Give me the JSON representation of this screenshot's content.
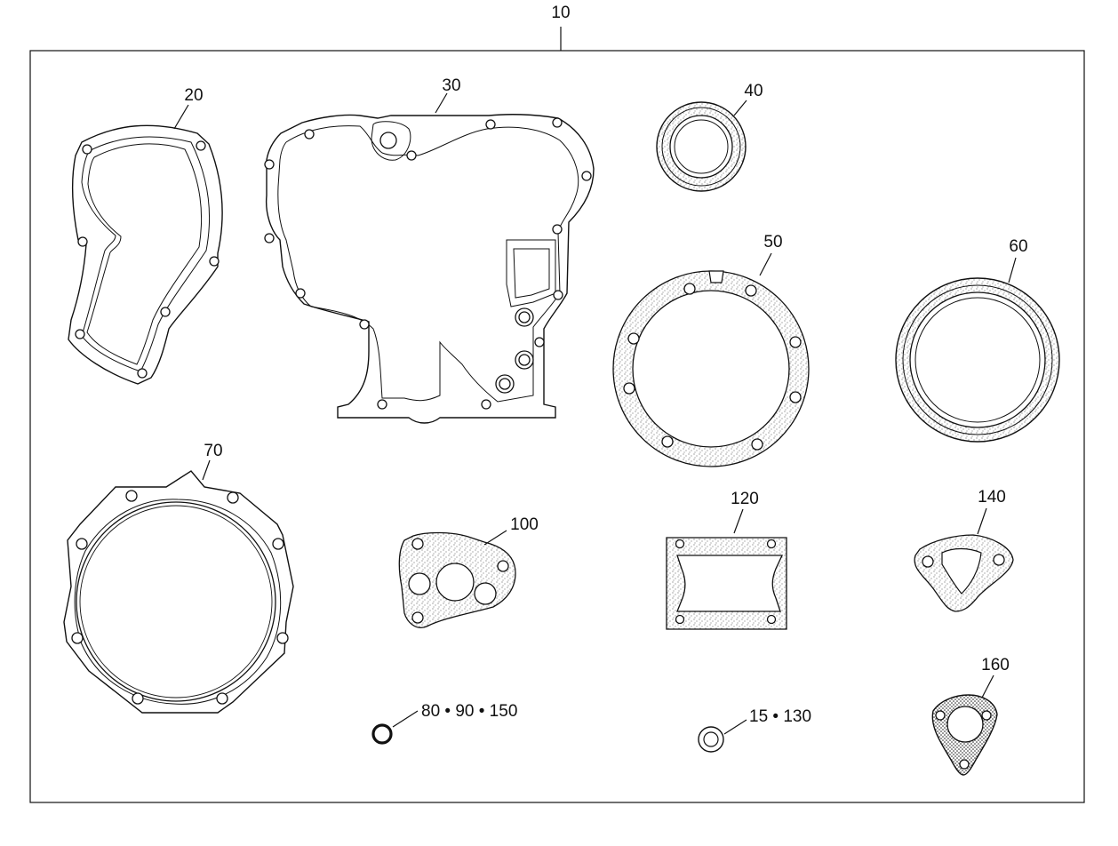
{
  "diagram": {
    "assembly_label": "10",
    "labels": {
      "p20": "20",
      "p30": "30",
      "p40": "40",
      "p50": "50",
      "p60": "60",
      "p70": "70",
      "p100": "100",
      "p120": "120",
      "p140": "140",
      "p160": "160",
      "p80_90_150": "80 • 90 • 150",
      "p15_130": "15 • 130"
    },
    "colors": {
      "line": "#111111",
      "background": "#ffffff"
    }
  }
}
